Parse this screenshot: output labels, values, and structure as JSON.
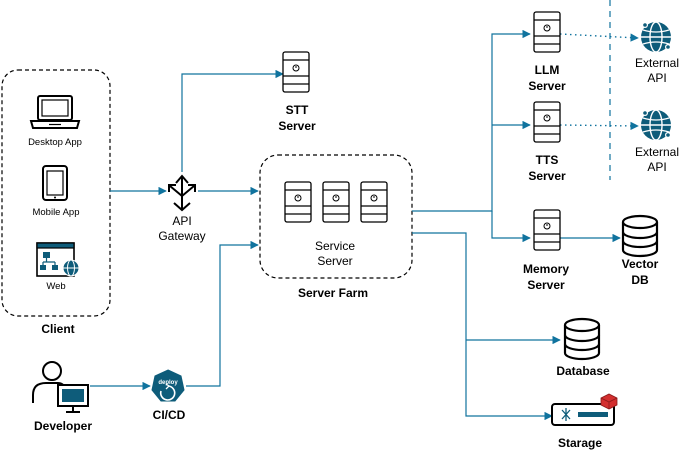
{
  "diagram": {
    "colors": {
      "stroke": "#000000",
      "line": "#10739E",
      "dotted": "#10739E",
      "icon_blue": "#0E5C7A",
      "storage_red": "#D32F2F",
      "background": "#FFFFFF"
    },
    "groups": {
      "client": {
        "label": "Client"
      },
      "server_farm": {
        "label": "Server Farm"
      }
    },
    "nodes": {
      "desktop_app": {
        "label": "Desktop App",
        "icon": "laptop-icon"
      },
      "mobile_app": {
        "label": "Mobile App",
        "icon": "tablet-icon"
      },
      "web": {
        "label": "Web",
        "icon": "web-sitemap-icon"
      },
      "api_gateway": {
        "label_line1": "API",
        "label_line2": "Gateway",
        "icon": "api-gateway-icon"
      },
      "stt_server": {
        "label_line1": "STT",
        "label_line2": "Server",
        "icon": "server-icon"
      },
      "service_server": {
        "label_line1": "Service",
        "label_line2": "Server",
        "icon": "server-icon"
      },
      "llm_server": {
        "label_line1": "LLM",
        "label_line2": "Server",
        "icon": "server-icon"
      },
      "tts_server": {
        "label_line1": "TTS",
        "label_line2": "Server",
        "icon": "server-icon"
      },
      "memory_server": {
        "label_line1": "Memory",
        "label_line2": "Server",
        "icon": "server-icon"
      },
      "external_api_1": {
        "label_line1": "External",
        "label_line2": "API",
        "icon": "globe-icon"
      },
      "external_api_2": {
        "label_line1": "External",
        "label_line2": "API",
        "icon": "globe-icon"
      },
      "vector_db": {
        "label_line1": "Vector",
        "label_line2": "DB",
        "icon": "database-icon"
      },
      "database": {
        "label": "Database",
        "icon": "database-icon"
      },
      "storage": {
        "label": "Starage",
        "icon": "storage-device-icon"
      },
      "developer": {
        "label": "Developer",
        "icon": "developer-icon"
      },
      "cicd": {
        "label": "CI/CD",
        "icon": "deploy-icon",
        "badge": "deploy"
      }
    }
  }
}
